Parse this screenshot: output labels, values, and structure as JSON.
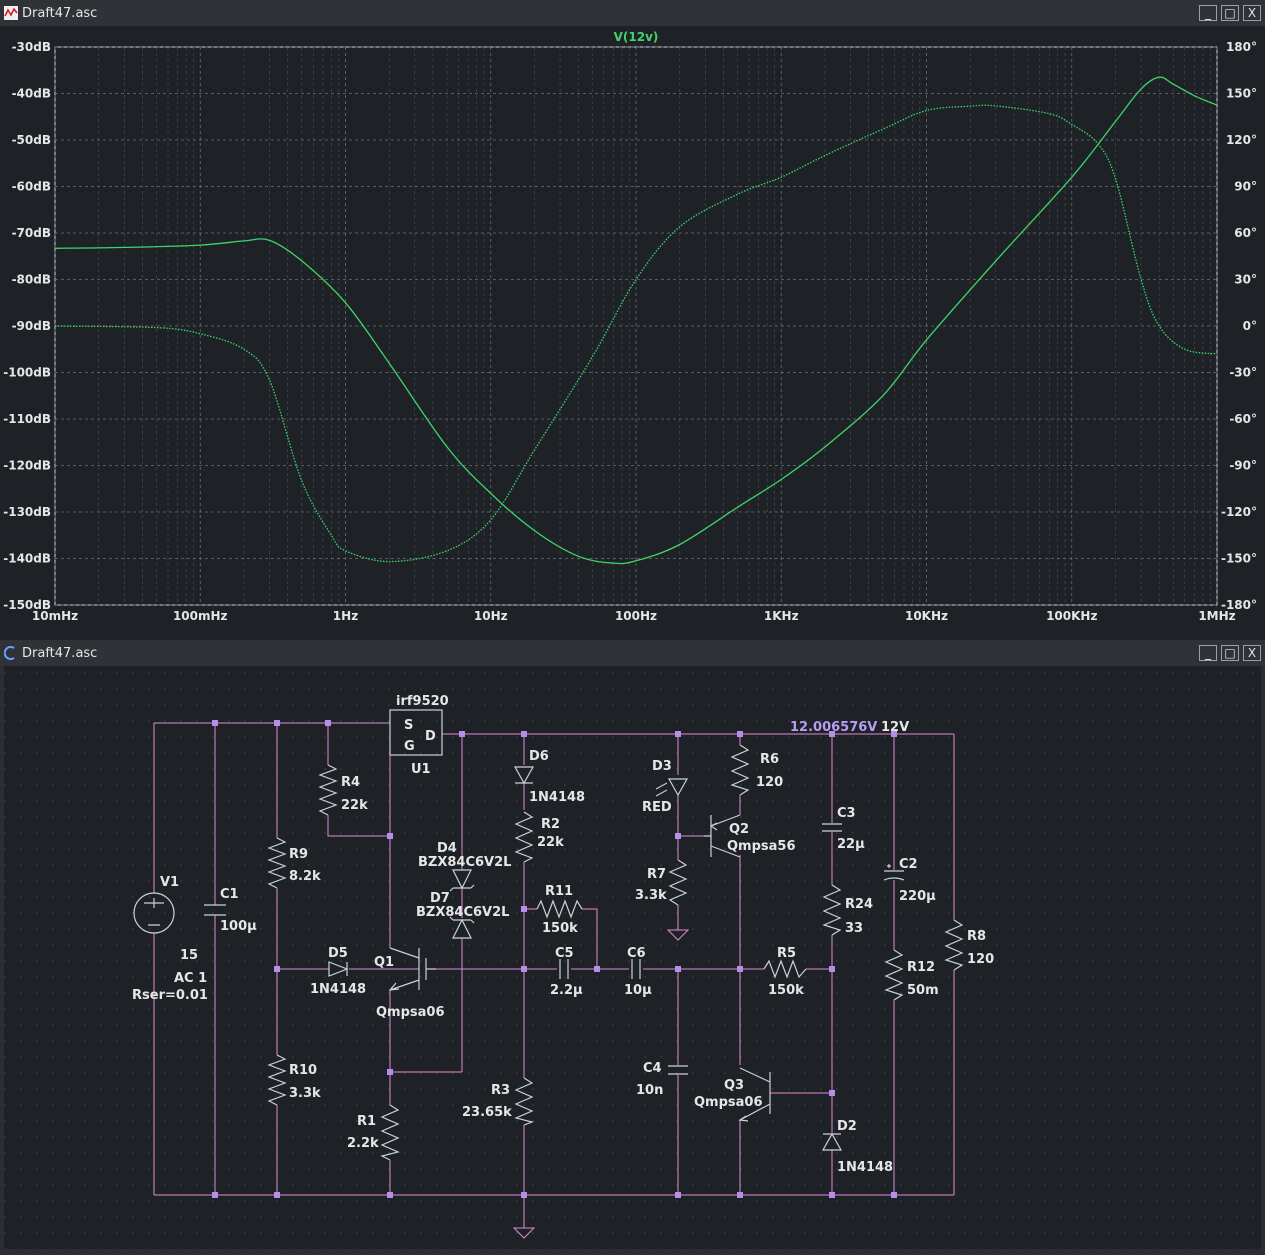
{
  "plot_window": {
    "title": "Draft47.asc",
    "icon": "waveform-icon",
    "buttons": {
      "minimize": "_",
      "maximize": "□",
      "close": "X"
    }
  },
  "schematic_window": {
    "title": "Draft47.asc",
    "icon": "schematic-icon",
    "buttons": {
      "minimize": "_",
      "maximize": "□",
      "close": "X"
    }
  },
  "colors": {
    "plot_bg": "#1e2227",
    "trace": "#3fd46a",
    "wire": "#e08ad0",
    "component": "#c9d1d9",
    "node_label": "#b89cf0",
    "junction": "#b58ee8",
    "ground": "#e08ad0"
  },
  "chart_data": {
    "type": "line",
    "title": "V(12v)",
    "x_scale": "log",
    "xlim": [
      0.01,
      1000000
    ],
    "x_ticks": [
      {
        "v": 0.01,
        "label": "10mHz"
      },
      {
        "v": 0.1,
        "label": "100mHz"
      },
      {
        "v": 1,
        "label": "1Hz"
      },
      {
        "v": 10,
        "label": "10Hz"
      },
      {
        "v": 100,
        "label": "100Hz"
      },
      {
        "v": 1000,
        "label": "1KHz"
      },
      {
        "v": 10000,
        "label": "10KHz"
      },
      {
        "v": 100000,
        "label": "100KHz"
      },
      {
        "v": 1000000,
        "label": "1MHz"
      }
    ],
    "ylim": [
      -150,
      -30
    ],
    "y_ticks": [
      {
        "v": -30,
        "label": "-30dB"
      },
      {
        "v": -40,
        "label": "-40dB"
      },
      {
        "v": -50,
        "label": "-50dB"
      },
      {
        "v": -60,
        "label": "-60dB"
      },
      {
        "v": -70,
        "label": "-70dB"
      },
      {
        "v": -80,
        "label": "-80dB"
      },
      {
        "v": -90,
        "label": "-90dB"
      },
      {
        "v": -100,
        "label": "-100dB"
      },
      {
        "v": -110,
        "label": "-110dB"
      },
      {
        "v": -120,
        "label": "-120dB"
      },
      {
        "v": -130,
        "label": "-130dB"
      },
      {
        "v": -140,
        "label": "-140dB"
      },
      {
        "v": -150,
        "label": "-150dB"
      }
    ],
    "y2lim": [
      -180,
      180
    ],
    "y2_ticks": [
      {
        "v": 180,
        "label": "180°"
      },
      {
        "v": 150,
        "label": "150°"
      },
      {
        "v": 120,
        "label": "120°"
      },
      {
        "v": 90,
        "label": "90°"
      },
      {
        "v": 60,
        "label": "60°"
      },
      {
        "v": 30,
        "label": "30°"
      },
      {
        "v": 0,
        "label": "0°"
      },
      {
        "v": -30,
        "label": "-30°"
      },
      {
        "v": -60,
        "label": "-60°"
      },
      {
        "v": -90,
        "label": "-90°"
      },
      {
        "v": -120,
        "label": "-120°"
      },
      {
        "v": -150,
        "label": "-150°"
      },
      {
        "v": -180,
        "label": "-180°"
      }
    ],
    "grid": true,
    "series": [
      {
        "name": "magnitude",
        "axis": "left",
        "points": [
          [
            0.01,
            -73.3
          ],
          [
            0.03,
            -73.1
          ],
          [
            0.1,
            -72.6
          ],
          [
            0.2,
            -71.7
          ],
          [
            0.3,
            -71.6
          ],
          [
            0.5,
            -76
          ],
          [
            1,
            -85
          ],
          [
            2,
            -98
          ],
          [
            5,
            -116
          ],
          [
            10,
            -126
          ],
          [
            20,
            -134
          ],
          [
            40,
            -139.5
          ],
          [
            70,
            -141
          ],
          [
            100,
            -140.5
          ],
          [
            200,
            -137
          ],
          [
            500,
            -129
          ],
          [
            1000,
            -123
          ],
          [
            2000,
            -116
          ],
          [
            5000,
            -105
          ],
          [
            10000,
            -93
          ],
          [
            30000,
            -76
          ],
          [
            100000,
            -58
          ],
          [
            200000,
            -46
          ],
          [
            300000,
            -39
          ],
          [
            400000,
            -36.5
          ],
          [
            500000,
            -38
          ],
          [
            700000,
            -40.5
          ],
          [
            1000000,
            -42.5
          ]
        ]
      },
      {
        "name": "phase",
        "axis": "right",
        "points": [
          [
            0.01,
            0
          ],
          [
            0.05,
            -1
          ],
          [
            0.1,
            -5
          ],
          [
            0.2,
            -15
          ],
          [
            0.3,
            -35
          ],
          [
            0.5,
            -100
          ],
          [
            0.8,
            -135
          ],
          [
            1,
            -145
          ],
          [
            2,
            -152
          ],
          [
            5,
            -145
          ],
          [
            10,
            -125
          ],
          [
            20,
            -80
          ],
          [
            50,
            -20
          ],
          [
            100,
            30
          ],
          [
            200,
            64
          ],
          [
            500,
            85
          ],
          [
            1000,
            96
          ],
          [
            2000,
            110
          ],
          [
            5000,
            127
          ],
          [
            10000,
            139
          ],
          [
            20000,
            141.8
          ],
          [
            30000,
            142
          ],
          [
            70000,
            137
          ],
          [
            100000,
            130
          ],
          [
            150000,
            118
          ],
          [
            200000,
            95
          ],
          [
            300000,
            30
          ],
          [
            400000,
            0
          ],
          [
            600000,
            -15
          ],
          [
            1000000,
            -18
          ]
        ]
      }
    ]
  },
  "schematic": {
    "node_voltage": "12.006576V",
    "net_label": "12V",
    "components": [
      {
        "id": "V1",
        "value": "15"
      },
      {
        "id": "C1",
        "value": "100µ"
      },
      {
        "id": "R9",
        "value": "8.2k"
      },
      {
        "id": "R4",
        "value": "22k"
      },
      {
        "id": "R10",
        "value": "3.3k"
      },
      {
        "id": "R1",
        "value": "2.2k"
      },
      {
        "id": "D5",
        "value": "1N4148"
      },
      {
        "id": "Q1",
        "value": "Qmpsa06"
      },
      {
        "id": "U1",
        "value": "irf9520"
      },
      {
        "id": "D4",
        "value": "BZX84C6V2L"
      },
      {
        "id": "D7",
        "value": "BZX84C6V2L"
      },
      {
        "id": "D6",
        "value": "1N4148"
      },
      {
        "id": "R2",
        "value": "22k"
      },
      {
        "id": "R11",
        "value": "150k"
      },
      {
        "id": "R3",
        "value": "23.65k"
      },
      {
        "id": "C5",
        "value": "2.2µ"
      },
      {
        "id": "C6",
        "value": "10µ"
      },
      {
        "id": "D3",
        "value": "RED"
      },
      {
        "id": "R7",
        "value": "3.3k"
      },
      {
        "id": "Q2",
        "value": "Qmpsa56"
      },
      {
        "id": "R6",
        "value": "120"
      },
      {
        "id": "C4",
        "value": "10n"
      },
      {
        "id": "Q3",
        "value": "Qmpsa06"
      },
      {
        "id": "R5",
        "value": "150k"
      },
      {
        "id": "C3",
        "value": "22µ"
      },
      {
        "id": "R24",
        "value": "33"
      },
      {
        "id": "D2",
        "value": "1N4148"
      },
      {
        "id": "C2",
        "value": "220µ"
      },
      {
        "id": "R12",
        "value": "50m"
      },
      {
        "id": "R8",
        "value": "120"
      }
    ],
    "v1_ac": "AC 1",
    "v1_rser": "Rser=0.01",
    "u1_pins": {
      "s": "S",
      "g": "G",
      "d": "D"
    }
  }
}
